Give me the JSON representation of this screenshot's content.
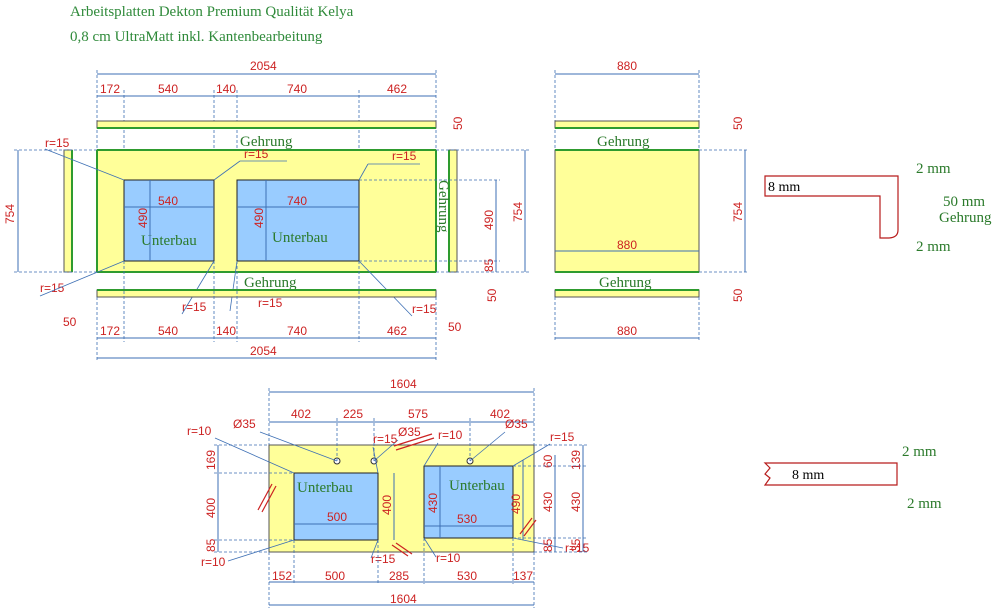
{
  "title": {
    "line1": "Arbeitsplatten Dekton Premium Qualität Kelya",
    "line2": "0,8 cm UltraMatt inkl. Kantenbearbeitung"
  },
  "top_left": {
    "total": "2054",
    "segs": [
      "172",
      "540",
      "140",
      "740",
      "462"
    ],
    "height": "754",
    "strip": "50",
    "sink1_w": "540",
    "sink1_h": "490",
    "sink2_w": "740",
    "sink2_h": "490",
    "right_h1": "490",
    "right_h2": "85",
    "gehrung": "Gehrung",
    "unterbau": "Unterbau",
    "r15": "r=15"
  },
  "top_right": {
    "width": "880",
    "width_mid": "880",
    "width_bottom": "880",
    "height": "754",
    "strip": "50",
    "gehrung": "Gehrung"
  },
  "profile1": {
    "thickness": "8 mm",
    "top": "2 mm",
    "middle": "50 mm",
    "middle_label": "Gehrung",
    "bottom": "2 mm"
  },
  "bottom": {
    "total": "1604",
    "top_segs": [
      "402",
      "225",
      "575",
      "402"
    ],
    "bottom_segs": [
      "152",
      "500",
      "285",
      "530",
      "137"
    ],
    "left_h": [
      "169",
      "400",
      "85"
    ],
    "right_h": [
      "60",
      "430",
      "85"
    ],
    "far_right_h": [
      "139",
      "430",
      "35"
    ],
    "sink1_w": "500",
    "sink1_h": "400",
    "sink1_h_out": "400",
    "sink2_w": "530",
    "sink2_h": "430",
    "sink2_h_out": "490",
    "d35": "Ø35",
    "r10": "r=10",
    "r15": "r=15",
    "unterbau": "Unterbau"
  },
  "profile2": {
    "thickness": "8 mm",
    "top": "2 mm",
    "bottom": "2 mm"
  }
}
